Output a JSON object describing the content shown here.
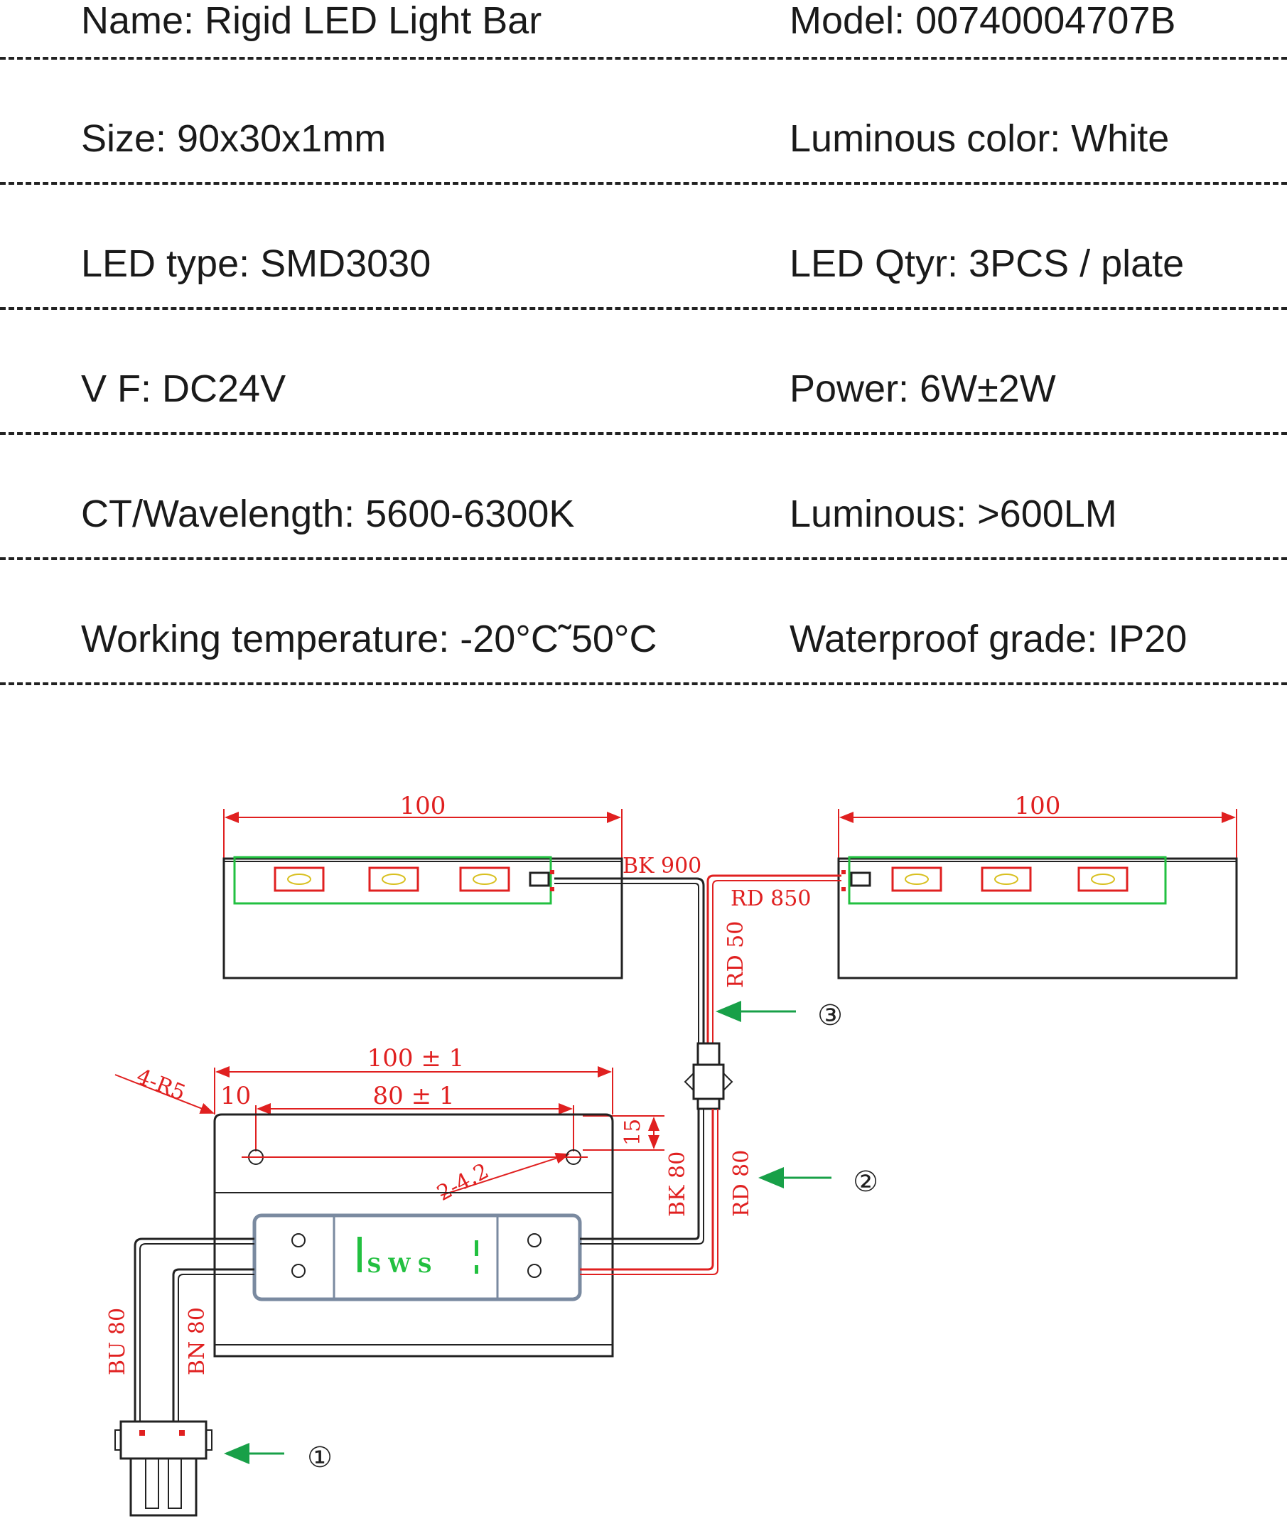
{
  "specs": [
    {
      "left": "Name: Rigid LED Light Bar",
      "right": "Model: 00740004707B"
    },
    {
      "left": "Size: 90x30x1mm",
      "right": "Luminous color: White"
    },
    {
      "left": "LED type: SMD3030",
      "right": "LED Qtyr: 3PCS / plate"
    },
    {
      "left": "V  F: DC24V",
      "right": "Power: 6W±2W"
    },
    {
      "left": "CT/Wavelength: 5600-6300K",
      "right": "Luminous: >600LM"
    },
    {
      "left": "Working temperature: -20°C˜50°C",
      "right": "Waterproof grade: IP20"
    }
  ],
  "drawing": {
    "dim_bar_left": "100",
    "dim_bar_right": "100",
    "wire_bk_900": "BK 900",
    "wire_rd_850": "RD 850",
    "wire_rd_50": "RD 50",
    "dim_driver_total": "100 ± 1",
    "dim_holes": "80 ± 1",
    "dim_offset": "10",
    "dim_corner_radius": "4-R5",
    "dim_hole_diameter": "2-4.2",
    "dim_hole_height": "15",
    "wire_bk_80": "BK 80",
    "wire_rd_80": "RD 80",
    "wire_bu_80": "BU 80",
    "wire_bn_80": "BN 80",
    "marker_1": "①",
    "marker_2": "②",
    "marker_3": "③",
    "driver_label": "S W S"
  },
  "colors": {
    "dimension": "#e02020",
    "pcb": "#22c040",
    "arrow": "#18a048",
    "outline": "#222222",
    "driver": "#7a8aa0"
  }
}
